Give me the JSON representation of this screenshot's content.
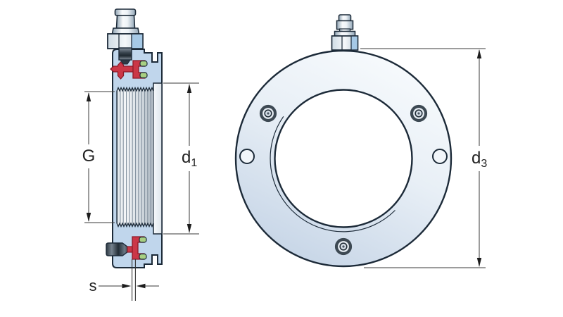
{
  "title": "Technical sectional drawing of a threaded oil-injection ring: cross-section (left) and front view (right)",
  "dims": {
    "G": {
      "label": "G",
      "meaning": "thread designation of bore"
    },
    "d1": {
      "base": "d",
      "sub": "1",
      "meaning": "flange face inner diameter"
    },
    "d3": {
      "base": "d",
      "sub": "3",
      "meaning": "outside diameter"
    },
    "s": {
      "label": "s",
      "meaning": "duct / slot width"
    }
  },
  "views": {
    "section_view": {
      "features": [
        "grease-nipple",
        "oil-duct-red",
        "o-ring-green",
        "internal-thread-hatch",
        "steel-plug"
      ],
      "o_ring_count": 4
    },
    "front_view": {
      "features": [
        "grease-nipple",
        "flange-ring",
        "bore",
        "chamfer-arc"
      ],
      "screw_count": 3,
      "hole_count": 2
    }
  },
  "colors": {
    "outline": "#1c2a38",
    "body_blue": "#c0d6ec",
    "facet_blue": "#a6c9e6",
    "duct_red": "#cb3747",
    "duct_red_dark": "#8c1a28",
    "oring_green": "#a8cf82",
    "steel_dark": "#3f4a55",
    "dim_line": "#3a3a3a",
    "label_color": "#222222",
    "ring_light": "#f8fbfd",
    "ring_shade": "#c5d4e6"
  }
}
